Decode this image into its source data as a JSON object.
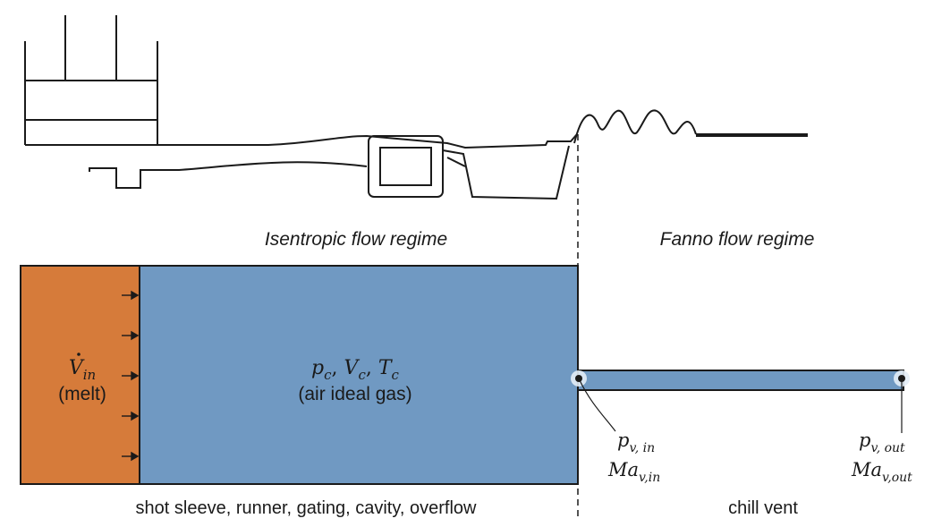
{
  "regimes": {
    "isentropic": "Isentropic flow regime",
    "fanno": "Fanno flow regime"
  },
  "melt": {
    "symbol_base": "V",
    "symbol_sub": "in",
    "label": "(melt)",
    "color": "#d67b3a"
  },
  "cavity": {
    "p_base": "p",
    "p_sub": "c",
    "v_base": "V",
    "v_sub": "c",
    "t_base": "T",
    "t_sub": "c",
    "label": "(air ideal gas)",
    "color": "#7099c2"
  },
  "vent_in": {
    "p_base": "p",
    "p_sub": "v, in",
    "ma_base": "Ma",
    "ma_sub": "v,in"
  },
  "vent_out": {
    "p_base": "p",
    "p_sub": "v, out",
    "ma_base": "Ma",
    "ma_sub": "v,out"
  },
  "captions": {
    "left": "shot sleeve, runner, gating, cavity, overflow",
    "right": "chill vent"
  }
}
